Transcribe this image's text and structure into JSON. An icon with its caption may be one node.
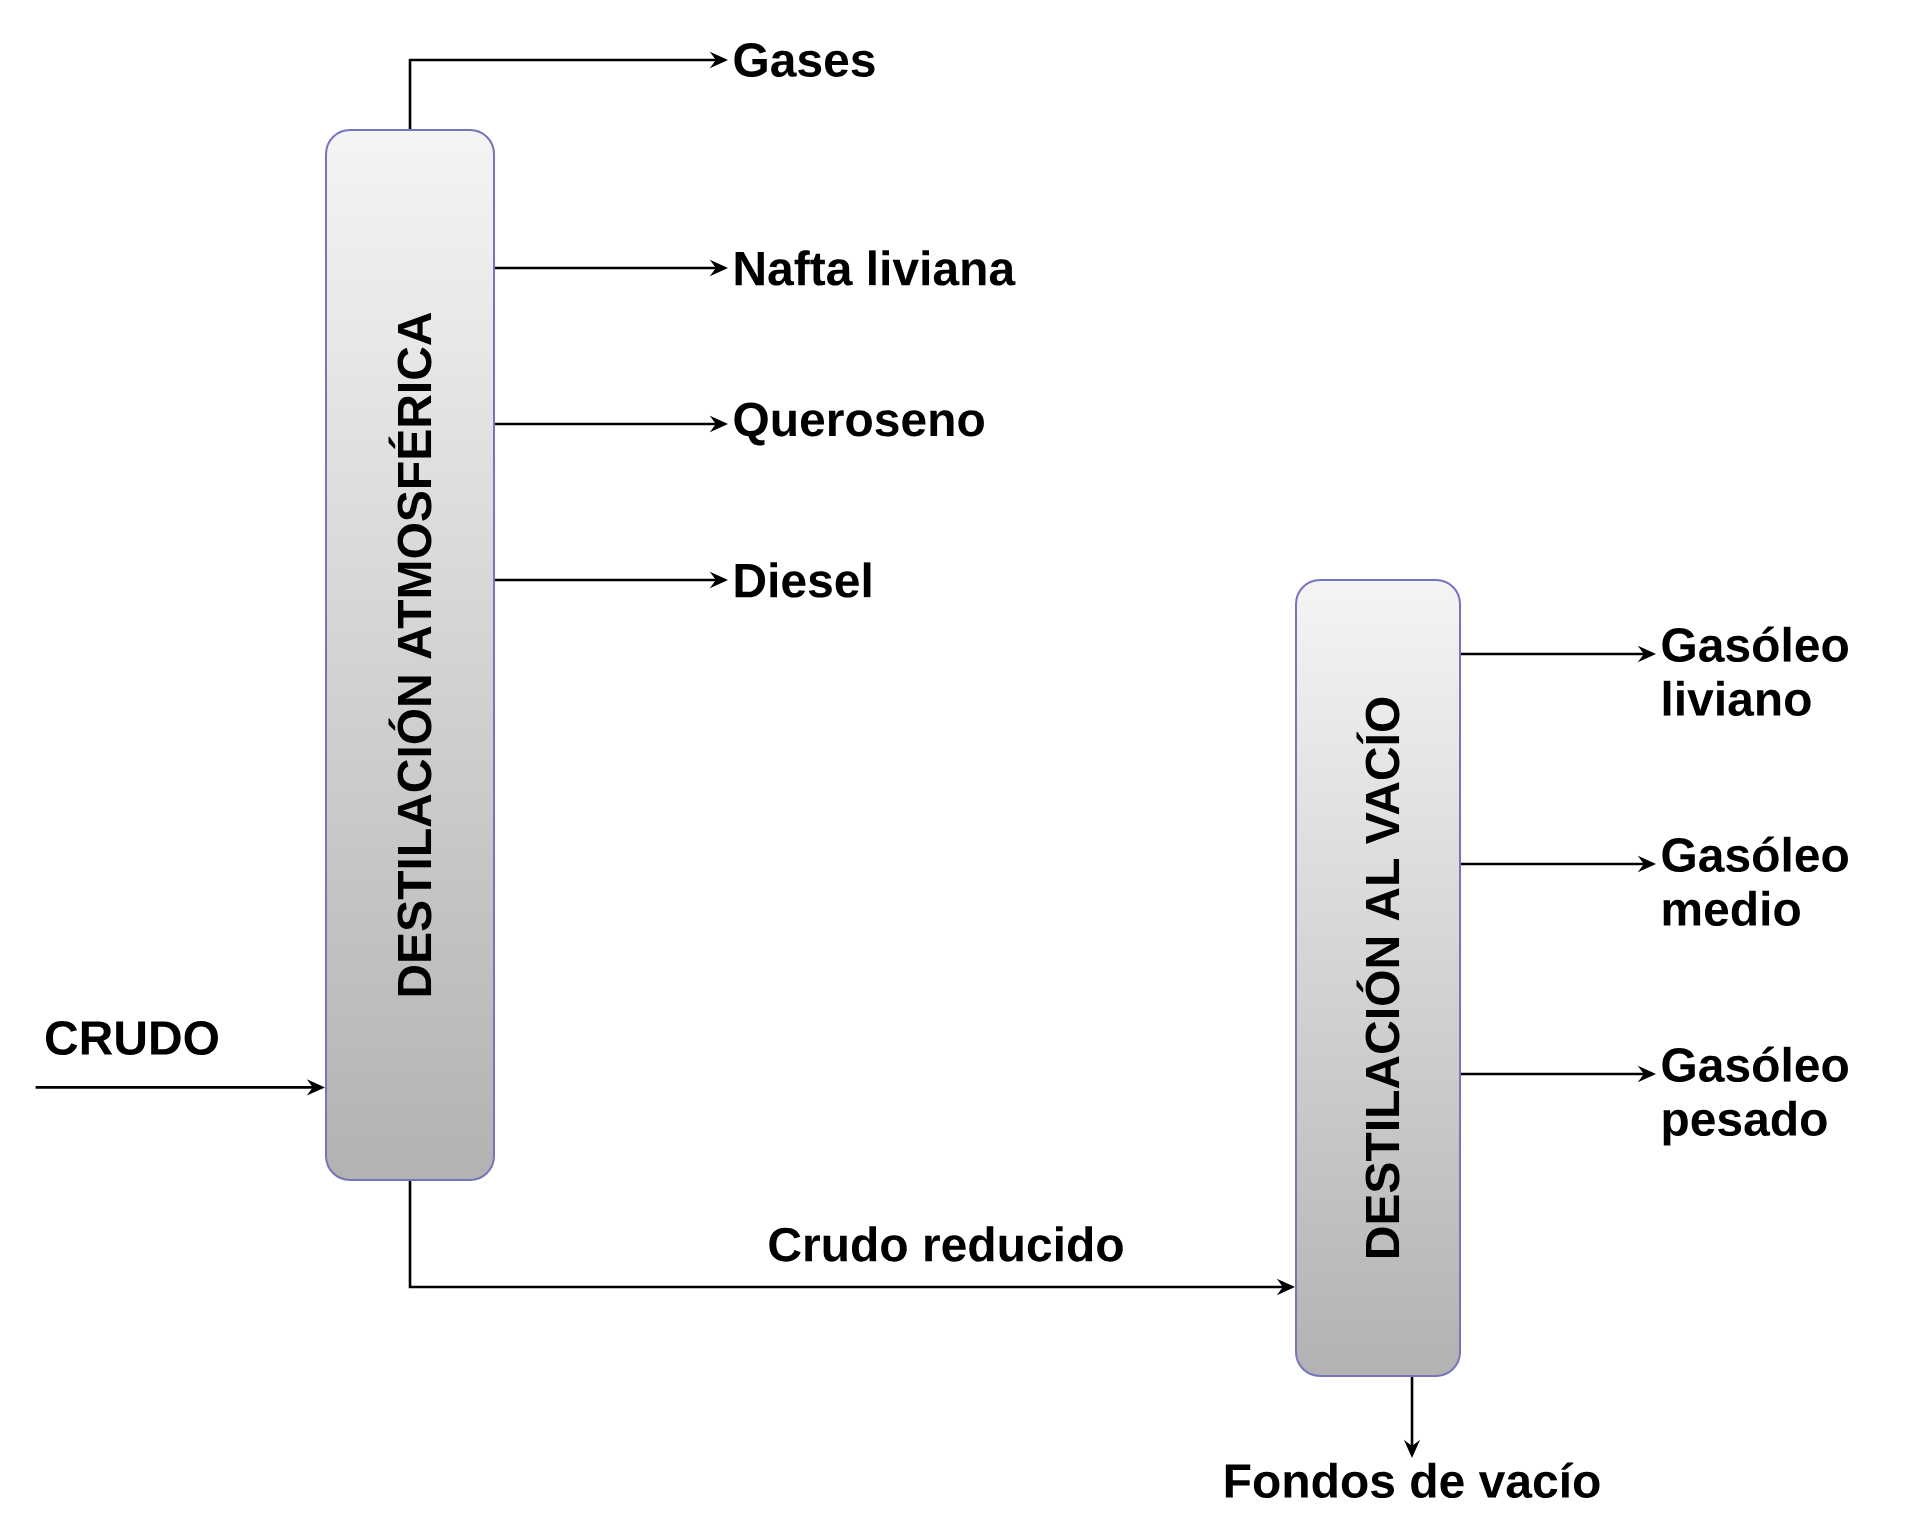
{
  "diagram": {
    "nodes": [
      {
        "text": [
          "DESTILACIÓN ATMOSFÉRICA"
        ]
      },
      {
        "text": [
          "DESTILACIÓN AL VACÍO"
        ]
      },
      {
        "text": [
          "CRUDO"
        ]
      },
      {
        "text": [
          "Gases"
        ]
      },
      {
        "text": [
          "Nafta liviana"
        ]
      },
      {
        "text": [
          "Queroseno"
        ]
      },
      {
        "text": [
          "Diesel"
        ]
      },
      {
        "text": [
          "Gasóleo liviano"
        ]
      },
      {
        "text": [
          "Gasóleo medio"
        ]
      },
      {
        "text": [
          "Gasóleo pesado"
        ]
      },
      {
        "text": [
          "Fondos de vacío"
        ]
      }
    ],
    "edges": [
      {
        "from": 2,
        "to": 0,
        "arrow": "to"
      },
      {
        "from": 0,
        "to": 3,
        "arrow": "to"
      },
      {
        "from": 0,
        "to": 4,
        "arrow": "to"
      },
      {
        "from": 0,
        "to": 5,
        "arrow": "to"
      },
      {
        "from": 0,
        "to": 6,
        "arrow": "to"
      },
      {
        "from": 0,
        "to": 1,
        "arrow": "to",
        "label": "Crudo reducido"
      },
      {
        "from": 1,
        "to": 7,
        "arrow": "to"
      },
      {
        "from": 1,
        "to": 8,
        "arrow": "to"
      },
      {
        "from": 1,
        "to": 9,
        "arrow": "to"
      },
      {
        "from": 1,
        "to": 10,
        "arrow": "to"
      }
    ]
  }
}
